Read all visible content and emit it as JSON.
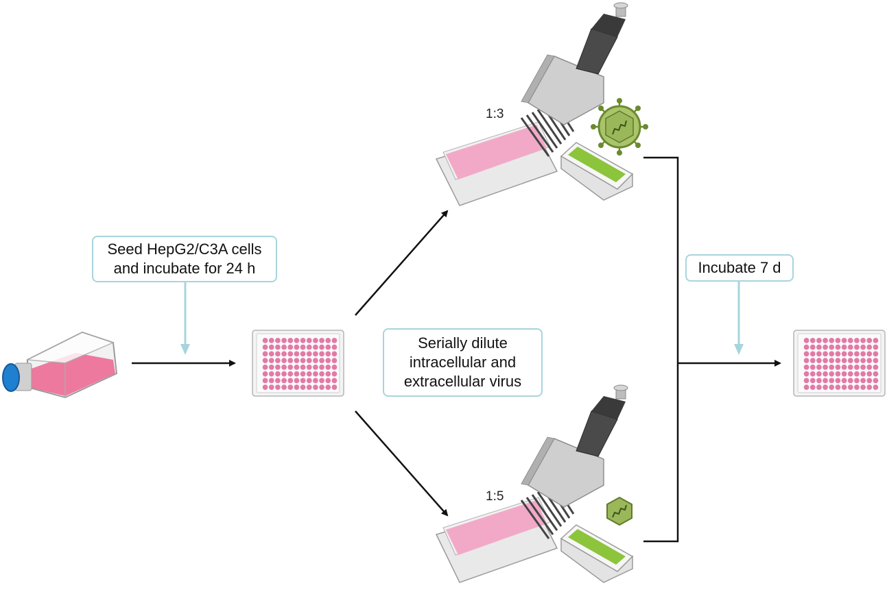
{
  "labels": {
    "seed": "Seed HepG2/C3A cells\nand incubate for 24 h",
    "dilute": "Serially dilute\nintracellular and\nextracellular virus",
    "incubate": "Incubate 7 d",
    "ratio_top": "1:3",
    "ratio_bottom": "1:5"
  },
  "colors": {
    "box_border": "#a8d4dc",
    "down_arrow": "#a8d4dc",
    "arrow": "#111111",
    "well_pink": "#e27aa8",
    "flask_media": "#ec6b95",
    "cap_blue": "#1f7fd0",
    "reservoir_green": "#8cc43c",
    "virus_green": "#7a9a3a"
  },
  "icons": [
    "flask-icon",
    "well-plate-icon",
    "multichannel-pipette-icon",
    "reagent-reservoir-icon",
    "enveloped-virus-icon",
    "naked-virus-icon"
  ]
}
